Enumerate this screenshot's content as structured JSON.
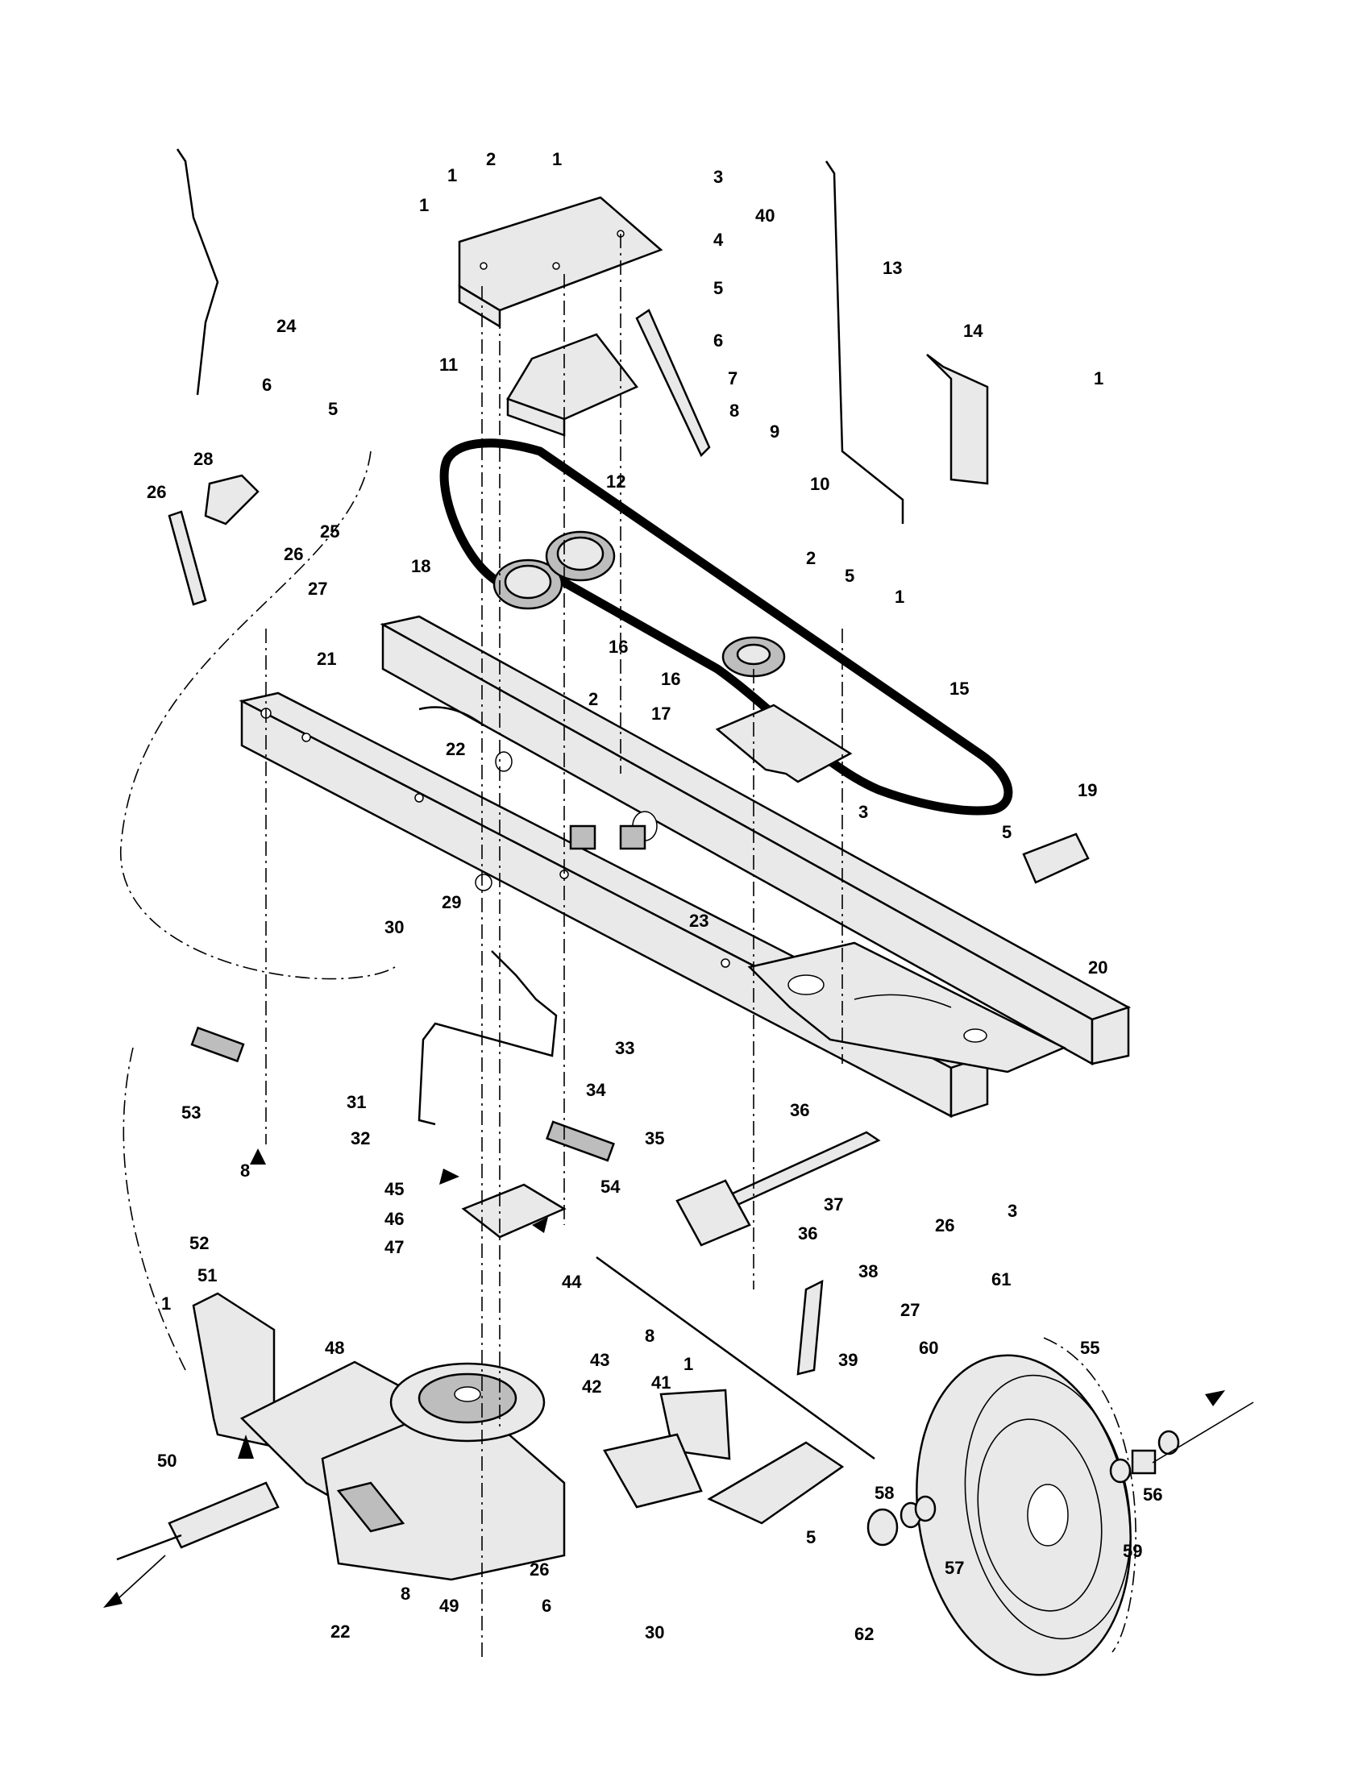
{
  "diagram": {
    "callouts": [
      {
        "id": "c1a",
        "text": "1"
      },
      {
        "id": "c1b",
        "text": "1"
      },
      {
        "id": "c1c",
        "text": "1"
      },
      {
        "id": "c1d",
        "text": "1"
      },
      {
        "id": "c1e",
        "text": "1"
      },
      {
        "id": "c1f",
        "text": "1"
      },
      {
        "id": "c1g",
        "text": "1"
      },
      {
        "id": "c2a",
        "text": "2"
      },
      {
        "id": "c2b",
        "text": "2"
      },
      {
        "id": "c2c",
        "text": "2"
      },
      {
        "id": "c3a",
        "text": "3"
      },
      {
        "id": "c3b",
        "text": "3"
      },
      {
        "id": "c3c",
        "text": "3"
      },
      {
        "id": "c4",
        "text": "4"
      },
      {
        "id": "c5a",
        "text": "5"
      },
      {
        "id": "c5b",
        "text": "5"
      },
      {
        "id": "c5c",
        "text": "5"
      },
      {
        "id": "c5d",
        "text": "5"
      },
      {
        "id": "c5e",
        "text": "5"
      },
      {
        "id": "c6a",
        "text": "6"
      },
      {
        "id": "c6b",
        "text": "6"
      },
      {
        "id": "c6c",
        "text": "6"
      },
      {
        "id": "c7",
        "text": "7"
      },
      {
        "id": "c8a",
        "text": "8"
      },
      {
        "id": "c8b",
        "text": "8"
      },
      {
        "id": "c8c",
        "text": "8"
      },
      {
        "id": "c8d",
        "text": "8"
      },
      {
        "id": "c9",
        "text": "9"
      },
      {
        "id": "c10",
        "text": "10"
      },
      {
        "id": "c11",
        "text": "11"
      },
      {
        "id": "c12",
        "text": "12"
      },
      {
        "id": "c13",
        "text": "13"
      },
      {
        "id": "c14",
        "text": "14"
      },
      {
        "id": "c15",
        "text": "15"
      },
      {
        "id": "c16a",
        "text": "16"
      },
      {
        "id": "c16b",
        "text": "16"
      },
      {
        "id": "c17",
        "text": "17"
      },
      {
        "id": "c18",
        "text": "18"
      },
      {
        "id": "c19",
        "text": "19"
      },
      {
        "id": "c20",
        "text": "20"
      },
      {
        "id": "c21",
        "text": "21"
      },
      {
        "id": "c22a",
        "text": "22"
      },
      {
        "id": "c22b",
        "text": "22"
      },
      {
        "id": "c23",
        "text": "23"
      },
      {
        "id": "c24",
        "text": "24"
      },
      {
        "id": "c25",
        "text": "25"
      },
      {
        "id": "c26a",
        "text": "26"
      },
      {
        "id": "c26b",
        "text": "26"
      },
      {
        "id": "c26c",
        "text": "26"
      },
      {
        "id": "c26d",
        "text": "26"
      },
      {
        "id": "c27a",
        "text": "27"
      },
      {
        "id": "c27b",
        "text": "27"
      },
      {
        "id": "c28",
        "text": "28"
      },
      {
        "id": "c29",
        "text": "29"
      },
      {
        "id": "c30a",
        "text": "30"
      },
      {
        "id": "c30b",
        "text": "30"
      },
      {
        "id": "c31",
        "text": "31"
      },
      {
        "id": "c32",
        "text": "32"
      },
      {
        "id": "c33",
        "text": "33"
      },
      {
        "id": "c34",
        "text": "34"
      },
      {
        "id": "c35",
        "text": "35"
      },
      {
        "id": "c36a",
        "text": "36"
      },
      {
        "id": "c36b",
        "text": "36"
      },
      {
        "id": "c37",
        "text": "37"
      },
      {
        "id": "c38",
        "text": "38"
      },
      {
        "id": "c39",
        "text": "39"
      },
      {
        "id": "c40",
        "text": "40"
      },
      {
        "id": "c41",
        "text": "41"
      },
      {
        "id": "c42",
        "text": "42"
      },
      {
        "id": "c43",
        "text": "43"
      },
      {
        "id": "c44",
        "text": "44"
      },
      {
        "id": "c45",
        "text": "45"
      },
      {
        "id": "c46",
        "text": "46"
      },
      {
        "id": "c47",
        "text": "47"
      },
      {
        "id": "c48",
        "text": "48"
      },
      {
        "id": "c49",
        "text": "49"
      },
      {
        "id": "c50",
        "text": "50"
      },
      {
        "id": "c51",
        "text": "51"
      },
      {
        "id": "c52",
        "text": "52"
      },
      {
        "id": "c53",
        "text": "53"
      },
      {
        "id": "c54",
        "text": "54"
      },
      {
        "id": "c55",
        "text": "55"
      },
      {
        "id": "c56",
        "text": "56"
      },
      {
        "id": "c57",
        "text": "57"
      },
      {
        "id": "c58",
        "text": "58"
      },
      {
        "id": "c59",
        "text": "59"
      },
      {
        "id": "c60",
        "text": "60"
      },
      {
        "id": "c61",
        "text": "61"
      },
      {
        "id": "c62",
        "text": "62"
      }
    ]
  }
}
